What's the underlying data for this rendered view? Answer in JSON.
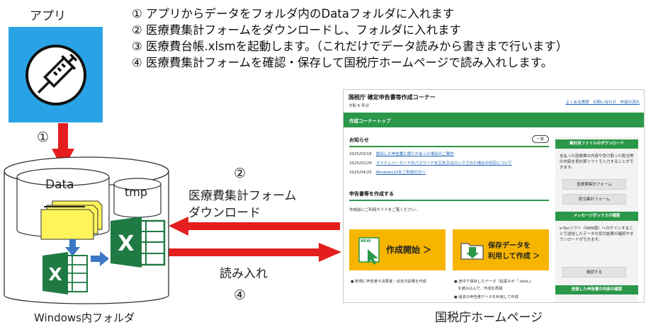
{
  "app_label": "アプリ",
  "steps": [
    "① アプリからデータをフォルダ内のDataフォルダに入れます",
    "② 医療費集計フォームをダウンロードし、フォルダに入れます",
    "③ 医療費台帳.xlsmを起動します。（これだけでデータ読みから書きまで行います）",
    "④ 医療費集計フォームを確認・保存して国税庁ホームページで読み入れします。"
  ],
  "numbers": {
    "n1": "①",
    "n2": "②",
    "n3": "③",
    "n4": "④"
  },
  "folder": {
    "caption": "Windows内フォルダ",
    "data": "Data",
    "tmp": "tmp"
  },
  "arrows": {
    "download_line1": "医療費集計フォーム",
    "download_line2": "ダウンロード",
    "import": "読み入れ"
  },
  "site_caption": "国税庁ホームページ",
  "colors": {
    "app_blue": "#29a3e6",
    "arrow_red": "#e41e1e",
    "excel_green": "#1f7a43",
    "nta_green": "#2a9848",
    "card_yellow": "#f7b500",
    "small_arrow_blue": "#3a78c6"
  },
  "icons": {
    "app": "syringe-icon",
    "files": "document-stack-icon",
    "excel": "excel-icon"
  },
  "website": {
    "brand": "国税庁 確定申告書等作成コーナー",
    "year": "令和 6 年分",
    "header_links": "よくある質問　お問い合わせ　作成の流れ",
    "top_bar": "作成コーナートップ",
    "news_title": "お知らせ",
    "list_button": "一覧",
    "news": [
      {
        "date": "2025/03/18",
        "text": "提出した申告書に誤りがあった場合のご案内"
      },
      {
        "date": "2025/02/26",
        "text": "マイナンバーカードのパスワードを忘失又はロックされた場合の対応について"
      },
      {
        "date": "2025/04/25",
        "text": "Windows10をご利用の方へ"
      }
    ],
    "create_title": "申告書等を作成する",
    "create_note": "作成前にご利用ガイドをご覧ください。",
    "card1": {
      "badge": "NEW",
      "label": "作成開始 ＞"
    },
    "card2": {
      "line1": "保存データを",
      "line2": "利用して作成 ＞"
    },
    "card1_notes": [
      "● 新規に申告書や決算書・収支内訳書を作成"
    ],
    "card2_notes": [
      "● 途中で保存したデータ（拡張子が「.data」）",
      "　を読み込んで、作成を再開",
      "● 過去の申告書データを利用して作成"
    ],
    "side": {
      "h1": "集計用ファイルのダウンロード",
      "t1": "支払った医療費の内容や受け取った配当等の内容を表計算ソフトで入力することができます。",
      "b1": "医療費集計フォーム",
      "b2": "配当集計フォーム",
      "h2": "メッセージボックスの確認",
      "t2": "e-Taxソフト（WEB版）へログインすることで送信したデータの受付結果の確認やダウンロードができます。",
      "b3": "確認する",
      "h3": "送信した申告書の内容の確認"
    }
  }
}
